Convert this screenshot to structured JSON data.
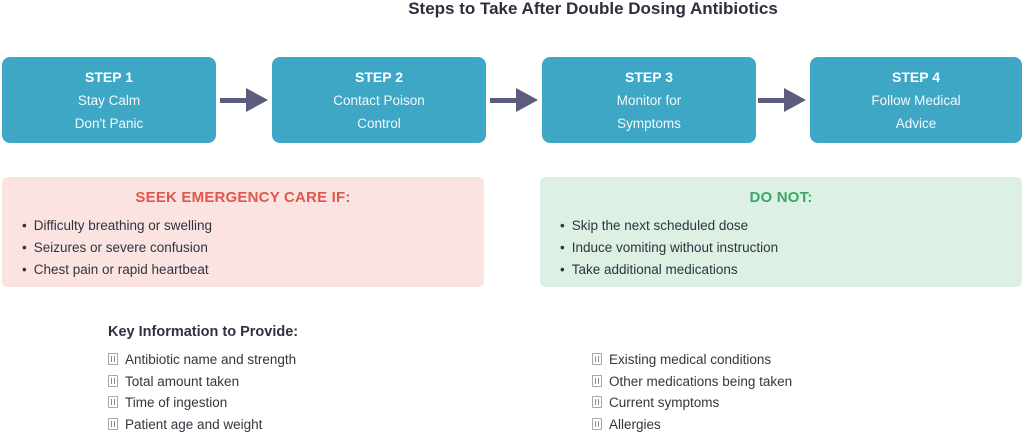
{
  "title": "Steps to Take After Double Dosing Antibiotics",
  "flow": {
    "steps": [
      {
        "title": "STEP 1",
        "line1": "Stay Calm",
        "line2": "Don't Panic"
      },
      {
        "title": "STEP 2",
        "line1": "Contact Poison",
        "line2": "Control"
      },
      {
        "title": "STEP 3",
        "line1": "Monitor for",
        "line2": "Symptoms"
      },
      {
        "title": "STEP 4",
        "line1": "Follow Medical",
        "line2": "Advice"
      }
    ]
  },
  "emergency": {
    "heading": "SEEK EMERGENCY CARE IF:",
    "items": [
      "Difficulty breathing or swelling",
      "Seizures or severe confusion",
      "Chest pain or rapid heartbeat"
    ]
  },
  "do_not": {
    "heading": "DO NOT:",
    "items": [
      "Skip the next scheduled dose",
      "Induce vomiting without instruction",
      "Take additional medications"
    ]
  },
  "key_info": {
    "heading": "Key Information to Provide:",
    "left_items": [
      "Antibiotic name and strength",
      "Total amount taken",
      "Time of ingestion",
      "Patient age and weight"
    ],
    "right_items": [
      "Existing medical conditions",
      "Other medications being taken",
      "Current symptoms",
      "Allergies"
    ]
  },
  "colors": {
    "step_box": "#3fa7c6",
    "arrow": "#5b5d7c",
    "emergency_bg": "#fae3e0",
    "emergency_heading": "#e2574c",
    "do_not_bg": "#dcf0e3",
    "do_not_heading": "#3aa768",
    "title_text": "#2b2f3e",
    "body_text": "#31353f"
  }
}
